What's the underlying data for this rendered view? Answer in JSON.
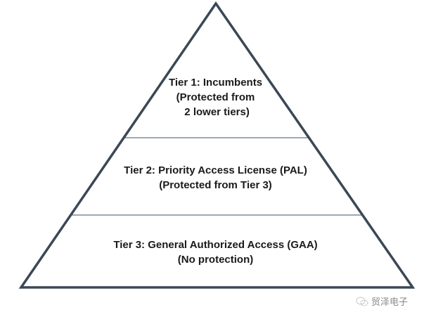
{
  "tiers": [
    {
      "lines": [
        "Tier 1: Incumbents",
        "(Protected from",
        " 2 lower tiers)"
      ]
    },
    {
      "lines": [
        "Tier 2: Priority Access License (PAL)",
        "(Protected from Tier 3)"
      ]
    },
    {
      "lines": [
        "Tier 3: General Authorized Access (GAA)",
        "(No protection)"
      ]
    }
  ],
  "watermark": "贸泽电子",
  "colors": {
    "outline": "#3b4756",
    "divider": "#7d8b99"
  }
}
